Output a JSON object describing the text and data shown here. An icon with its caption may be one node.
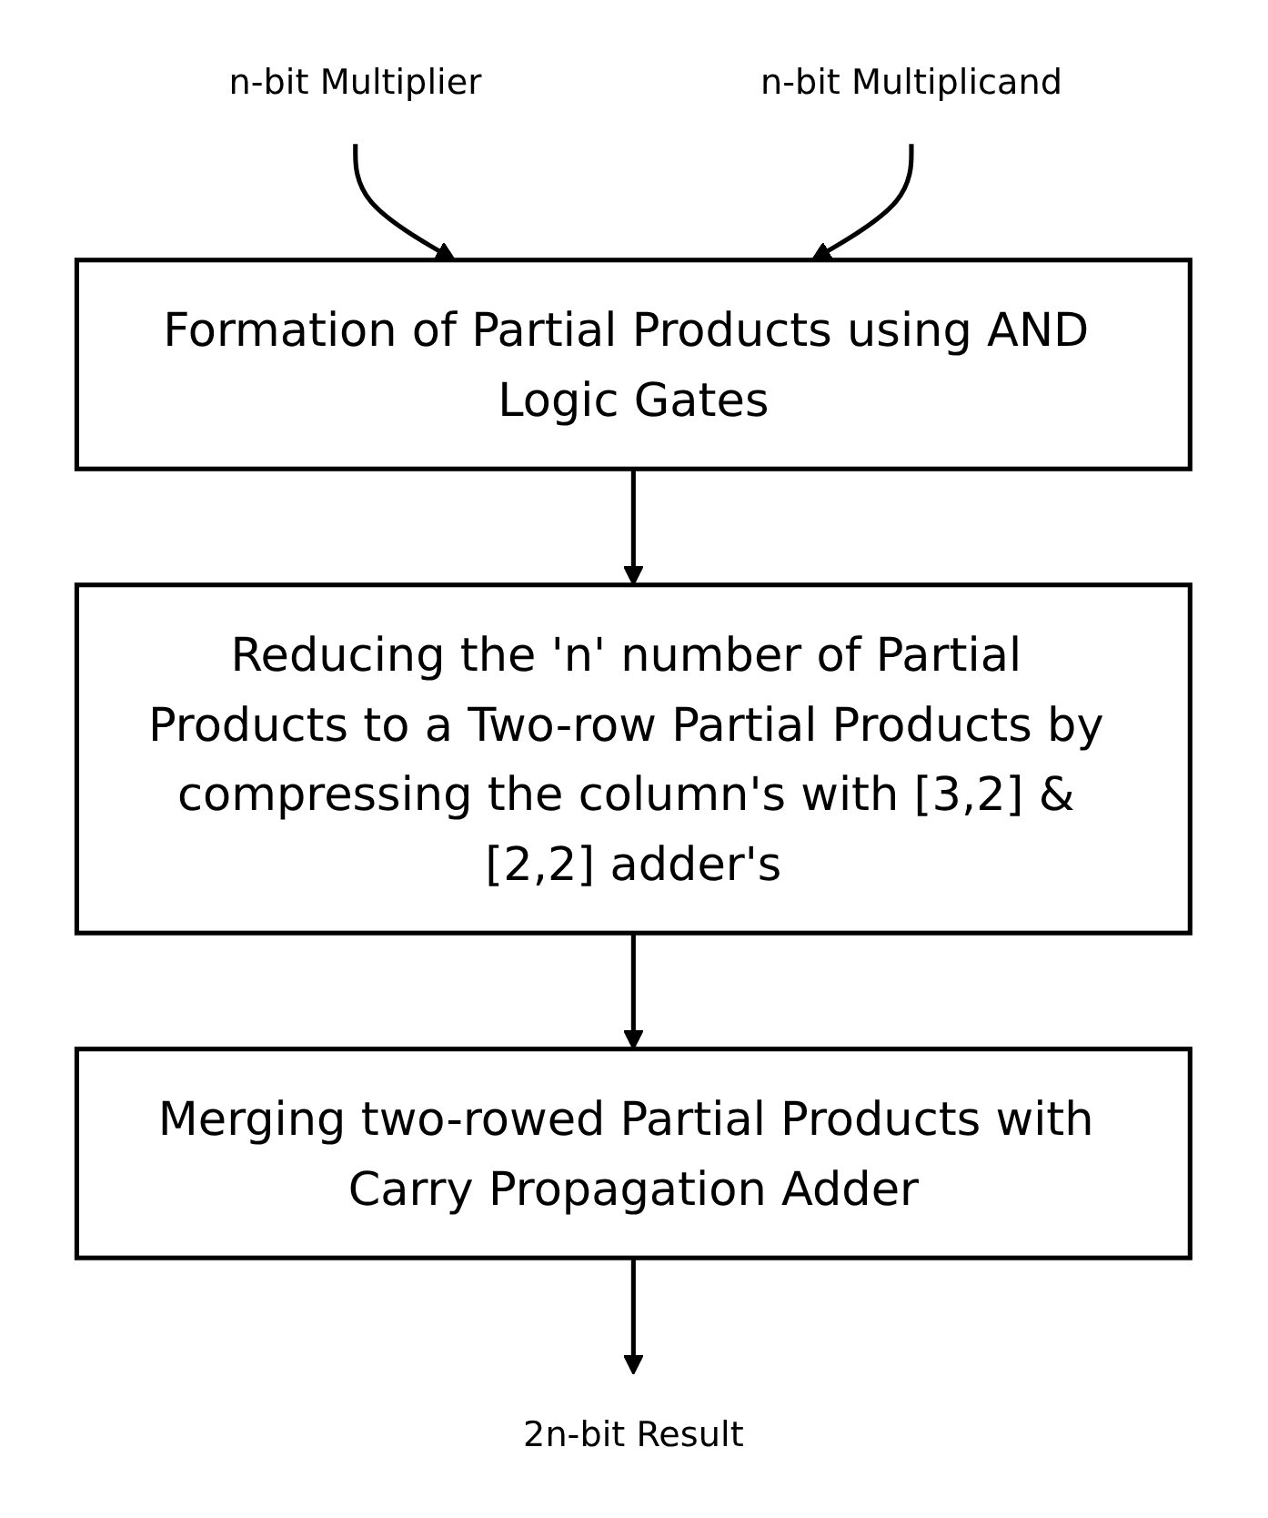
{
  "diagram": {
    "nodes": [
      {
        "text": [
          "n-bit Multiplier"
        ]
      },
      {
        "text": [
          "n-bit Multiplicand"
        ]
      },
      {
        "text": [
          "Formation of Partial Products using AND Logic Gates"
        ]
      },
      {
        "text": [
          "Reducing the 'n' number of Partial Products to a Two-row Partial Products by compressing the column's with [3,2] & [2,2] adder's"
        ]
      },
      {
        "text": [
          "Merging two-rowed Partial Products with Carry Propagation Adder"
        ]
      },
      {
        "text": [
          "2n-bit Result"
        ]
      }
    ],
    "edges": [
      {
        "from": 0,
        "to": 2,
        "arrow": "to"
      },
      {
        "from": 1,
        "to": 2,
        "arrow": "to"
      },
      {
        "from": 2,
        "to": 3,
        "arrow": "to"
      },
      {
        "from": 3,
        "to": 4,
        "arrow": "to"
      },
      {
        "from": 4,
        "to": 5,
        "arrow": "to"
      }
    ]
  }
}
